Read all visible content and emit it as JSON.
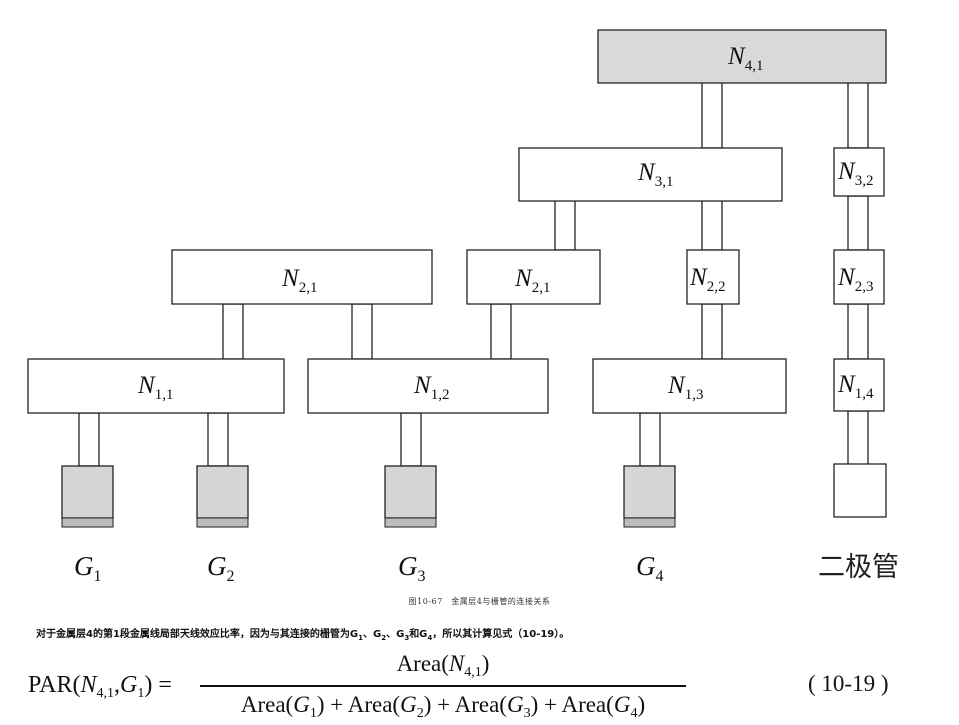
{
  "nodes": {
    "n41": {
      "base": "N",
      "sub": "4,1"
    },
    "n31": {
      "base": "N",
      "sub": "3,1"
    },
    "n32": {
      "base": "N",
      "sub": "3,2"
    },
    "n21a": {
      "base": "N",
      "sub": "2,1"
    },
    "n21b": {
      "base": "N",
      "sub": "2,1"
    },
    "n22": {
      "base": "N",
      "sub": "2,2"
    },
    "n23": {
      "base": "N",
      "sub": "2,3"
    },
    "n11": {
      "base": "N",
      "sub": "1,1"
    },
    "n12": {
      "base": "N",
      "sub": "1,2"
    },
    "n13": {
      "base": "N",
      "sub": "1,3"
    },
    "n14": {
      "base": "N",
      "sub": "1,4"
    }
  },
  "gates": {
    "g1": {
      "base": "G",
      "sub": "1"
    },
    "g2": {
      "base": "G",
      "sub": "2"
    },
    "g3": {
      "base": "G",
      "sub": "3"
    },
    "g4": {
      "base": "G",
      "sub": "4"
    },
    "diode": "二极管"
  },
  "caption": "图10-67　金属层4与栅管的连接关系",
  "note": {
    "before": "对于金属层4的第1段金属线局部天线效应比率，因为与其连接的栅管为G",
    "s1": "1",
    "sep1": "、G",
    "s2": "2",
    "sep2": "、G",
    "s3": "3",
    "sep3": "和G",
    "s4": "4",
    "after": "，所以其计算见式（10-19）。"
  },
  "formula": {
    "par": "PAR(",
    "n_base": "N",
    "n_sub": "4,1",
    "comma": ",",
    "g_base": "G",
    "g_sub": "1",
    "close_eq": ") =",
    "num_prefix": "Area(",
    "num_base": "N",
    "num_sub": "4,1",
    "num_close": ")",
    "den": [
      {
        "prefix": "Area(",
        "base": "G",
        "sub": "1",
        "close": ") + "
      },
      {
        "prefix": "Area(",
        "base": "G",
        "sub": "2",
        "close": ") + "
      },
      {
        "prefix": "Area(",
        "base": "G",
        "sub": "3",
        "close": ") + "
      },
      {
        "prefix": "Area(",
        "base": "G",
        "sub": "4",
        "close": ")"
      }
    ],
    "tag": "( 10-19 )"
  }
}
